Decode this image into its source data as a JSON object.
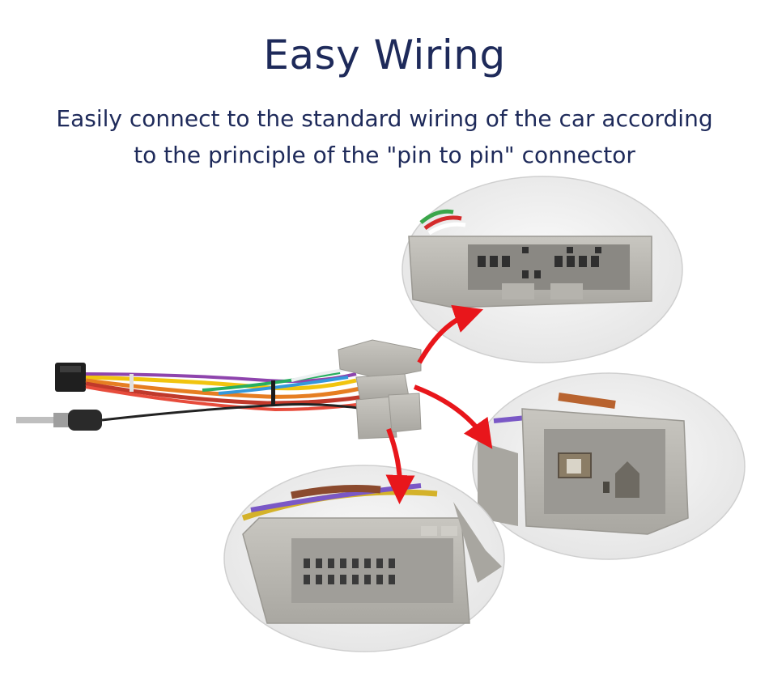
{
  "heading": {
    "title": "Easy Wiring",
    "subtitle_line1": "Easily connect to the standard wiring of the car according",
    "subtitle_line2": "to the principle of the \"pin to pin\" connector"
  },
  "colors": {
    "heading_text": "#1e2a5a",
    "arrow": "#e8161b",
    "connector_gray": "#b9b7b1",
    "background": "#ffffff"
  }
}
